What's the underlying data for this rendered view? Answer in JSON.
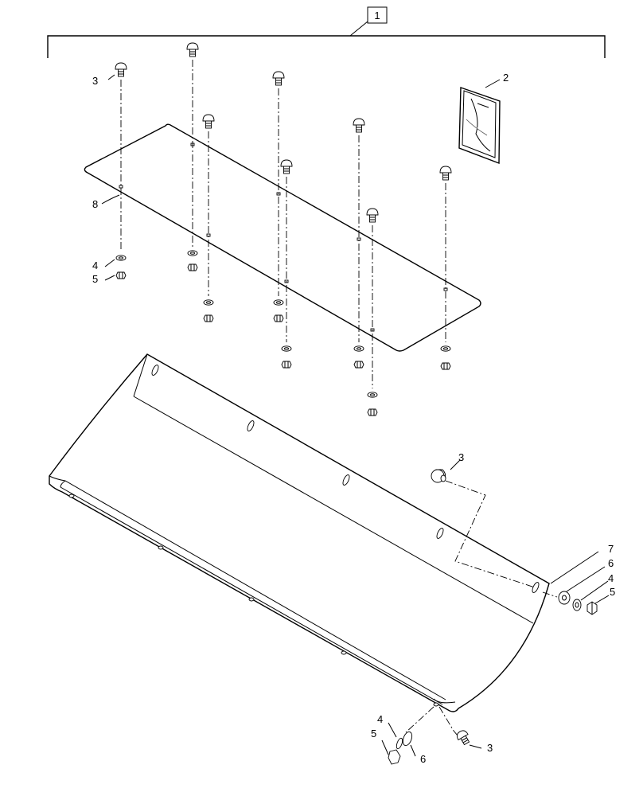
{
  "callouts": {
    "kit": "1",
    "manual": "2",
    "bolt": "3",
    "washer": "4",
    "nut": "5",
    "spacer": "6",
    "shield": "7",
    "plate": "8"
  },
  "colors": {
    "line": "#000000",
    "background": "#ffffff"
  }
}
